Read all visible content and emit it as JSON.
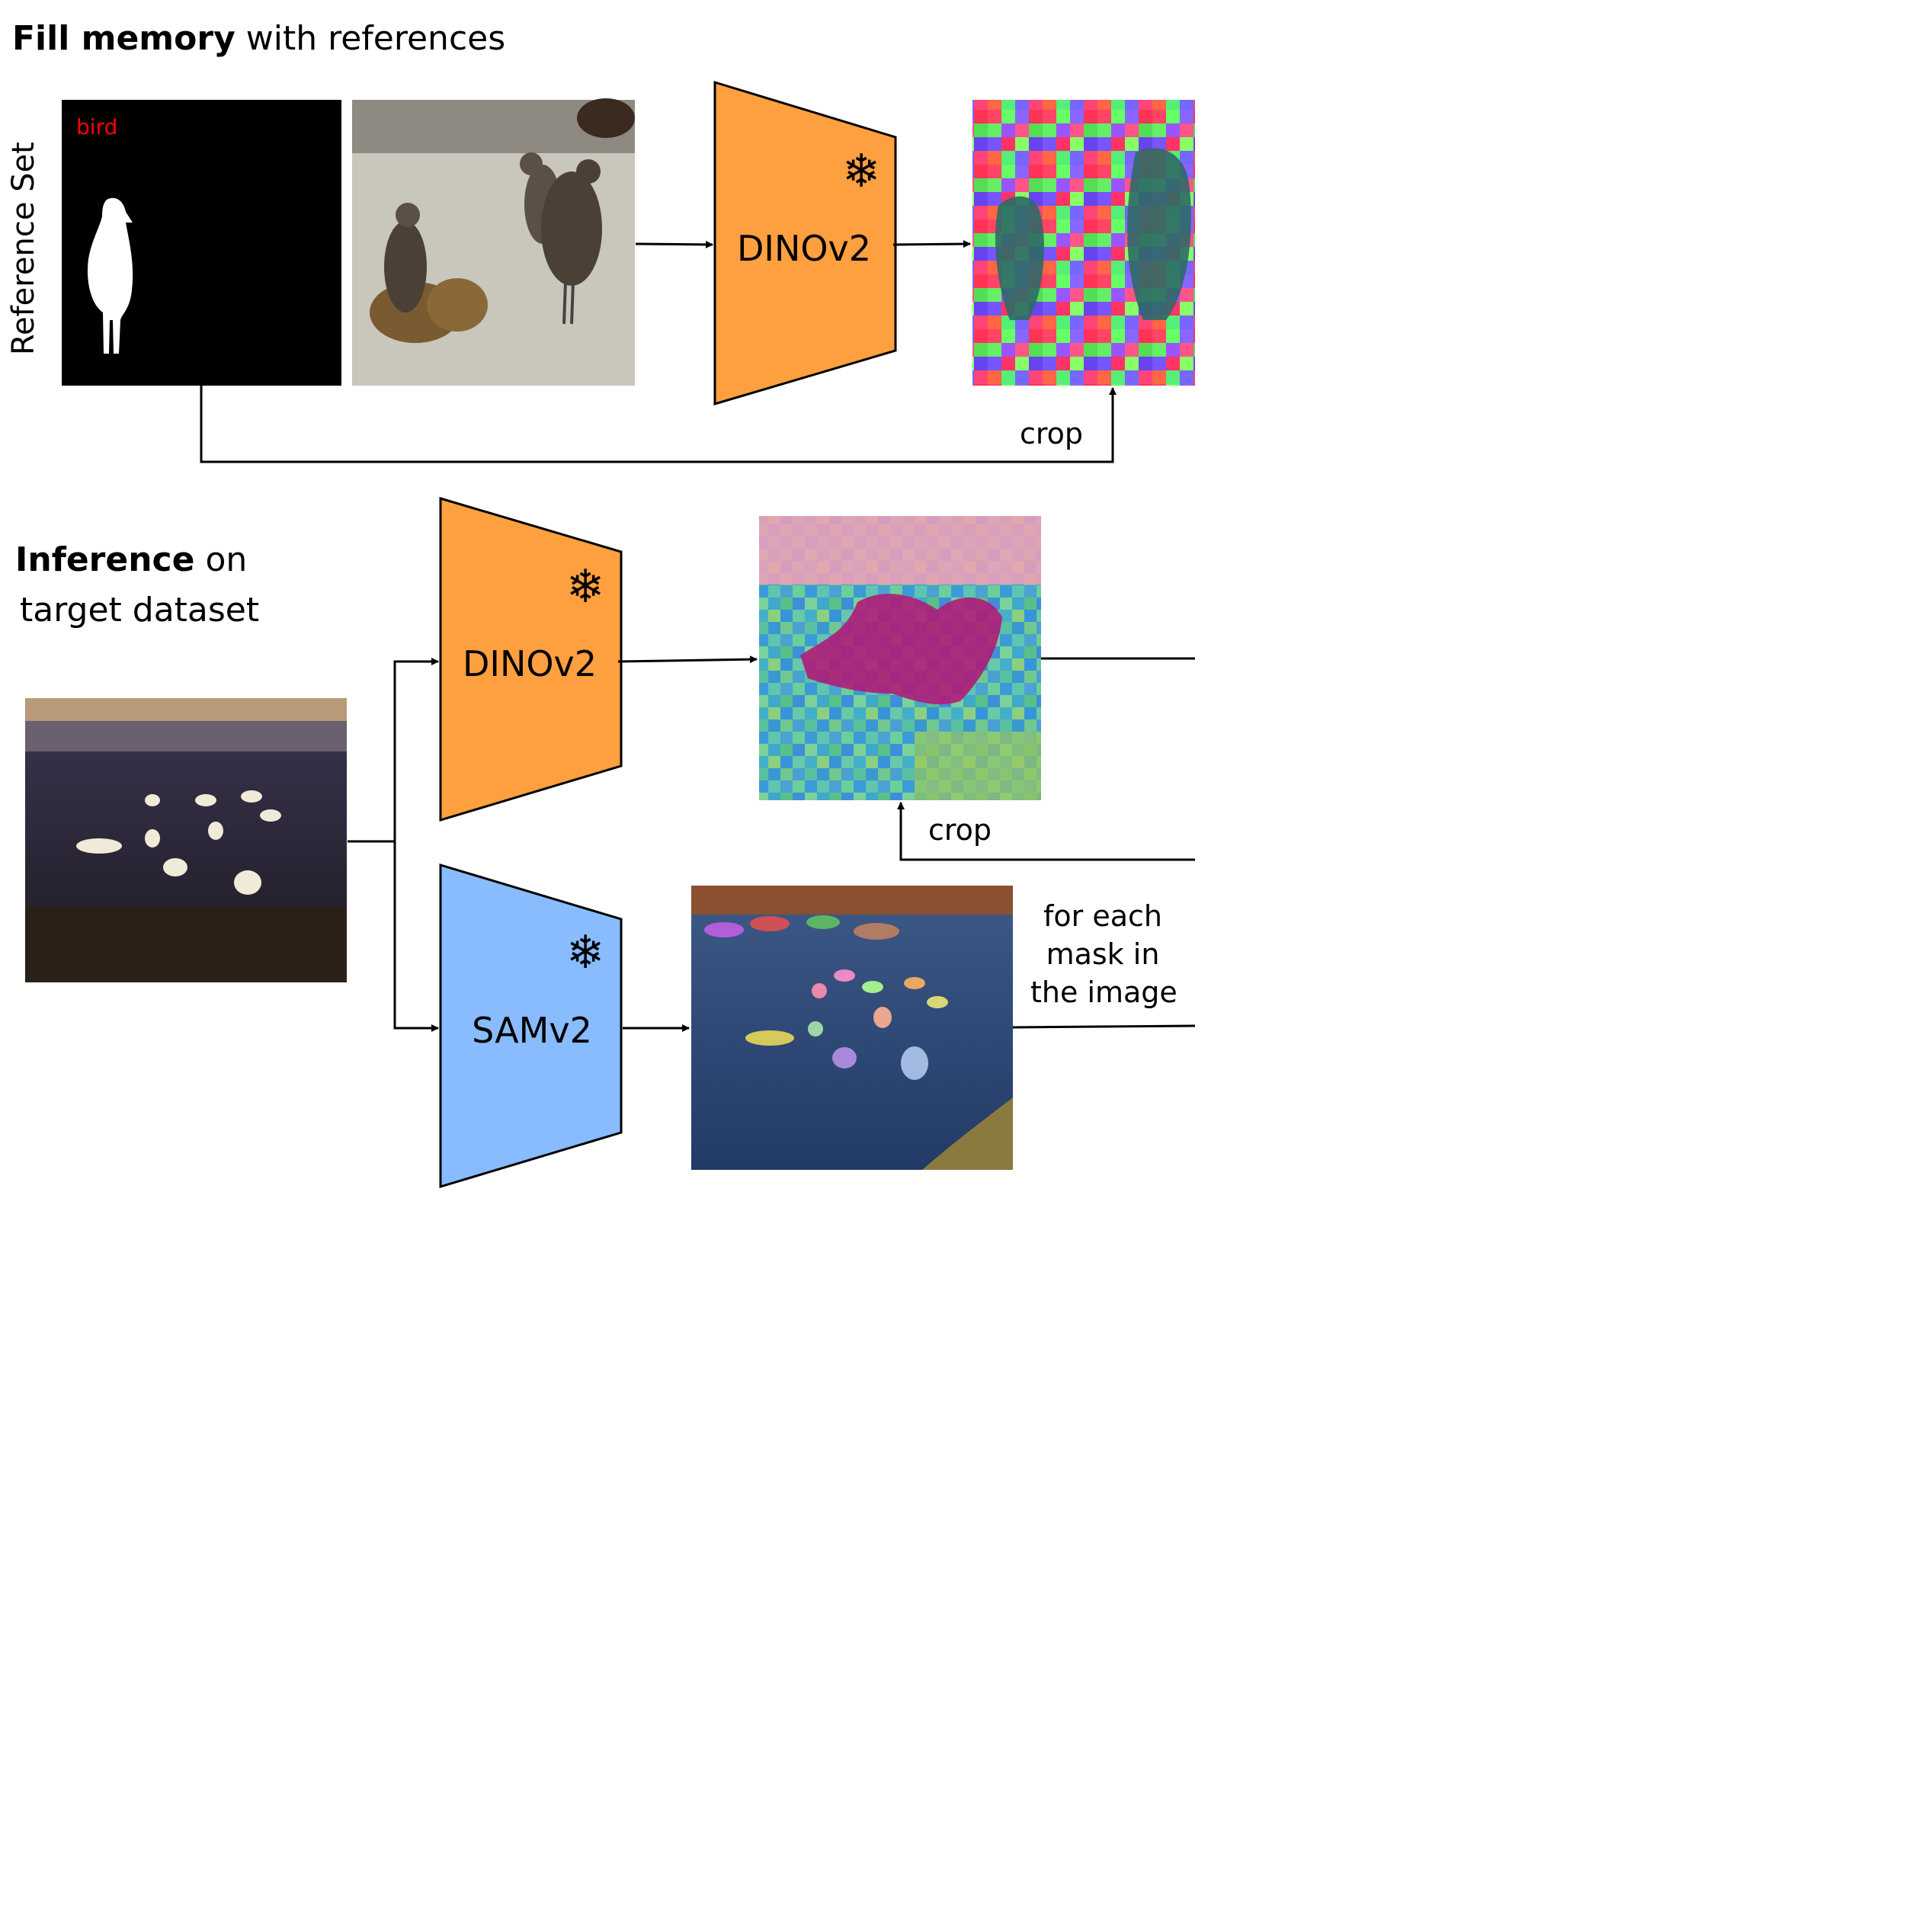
{
  "top_section": {
    "title_bold": "Fill memory",
    "title_rest": " with references",
    "side_label": "Reference Set",
    "mask_label": "bird",
    "encoder_label": "DINOv2",
    "crop_label": "crop"
  },
  "bottom_section": {
    "title_bold": "Inference",
    "title_rest": " on",
    "title_line2": "target dataset",
    "dino_label": "DINOv2",
    "sam_label": "SAMv2",
    "crop_label": "crop",
    "mask_caption": [
      "for each",
      "mask in",
      "the image"
    ]
  },
  "icons": {
    "frozen": "snowflake-icon"
  },
  "colors": {
    "dino": "#ffa040",
    "sam": "#88bcff",
    "mask_label": "#ff0000",
    "line": "#000000"
  }
}
